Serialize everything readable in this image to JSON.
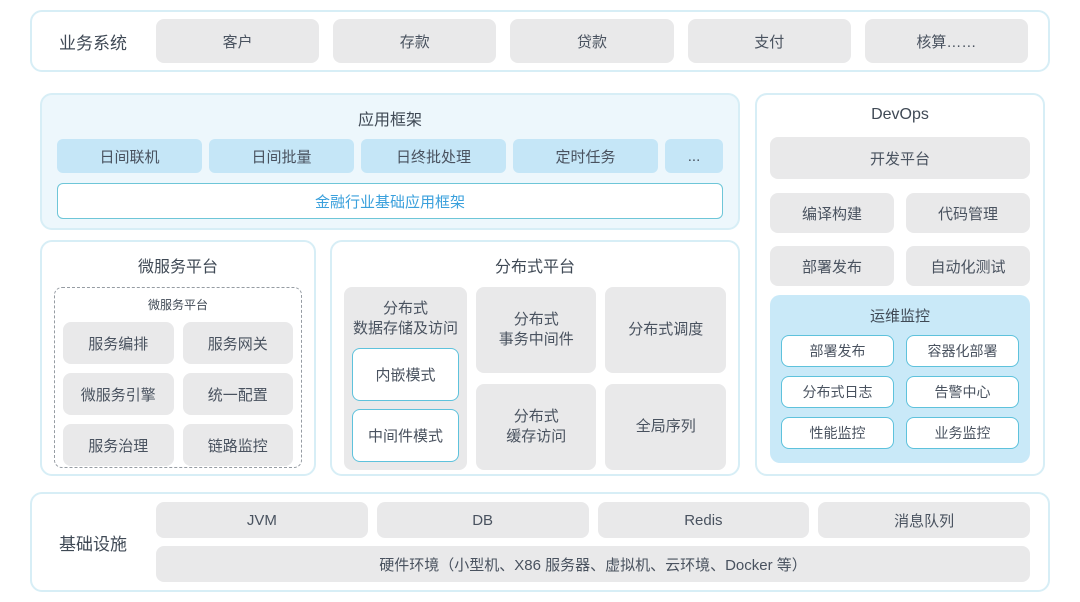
{
  "business_bar": {
    "label": "业务系统",
    "items": [
      "客户",
      "存款",
      "贷款",
      "支付",
      "核算……"
    ]
  },
  "app_framework": {
    "title": "应用框架",
    "items": [
      "日间联机",
      "日间批量",
      "日终批处理",
      "定时任务",
      "..."
    ],
    "base_framework": "金融行业基础应用框架"
  },
  "microservice": {
    "title": "微服务平台",
    "inner_title": "微服务平台",
    "items": [
      "服务编排",
      "服务网关",
      "微服务引擎",
      "统一配置",
      "服务治理",
      "链路监控"
    ]
  },
  "distributed": {
    "title": "分布式平台",
    "storage": {
      "title_line1": "分布式",
      "title_line2": "数据存储及访问",
      "modes": [
        "内嵌模式",
        "中间件模式"
      ]
    },
    "cells": [
      {
        "line1": "分布式",
        "line2": "事务中间件"
      },
      {
        "line1": "分布式调度",
        "line2": ""
      },
      {
        "line1": "分布式",
        "line2": "缓存访问"
      },
      {
        "line1": "全局序列",
        "line2": ""
      }
    ]
  },
  "devops": {
    "title": "DevOps",
    "dev_platform": "开发平台",
    "tools": [
      "编译构建",
      "代码管理",
      "部署发布",
      "自动化测试"
    ],
    "monitor": {
      "title": "运维监控",
      "items": [
        "部署发布",
        "容器化部署",
        "分布式日志",
        "告警中心",
        "性能监控",
        "业务监控"
      ]
    }
  },
  "infrastructure": {
    "label": "基础设施",
    "items": [
      "JVM",
      "DB",
      "Redis",
      "消息队列"
    ],
    "hardware": "硬件环境（小型机、X86 服务器、虚拟机、云环境、Docker 等）"
  },
  "colors": {
    "panel_border": "#d7eef6",
    "grey_fill": "#e9e9ea",
    "light_blue_fill": "#c5e6f7",
    "monitor_fill": "#c9e9f8",
    "cyan_border": "#5ec2dc",
    "accent_blue_text": "#3aa0dc",
    "text": "#49525f"
  }
}
